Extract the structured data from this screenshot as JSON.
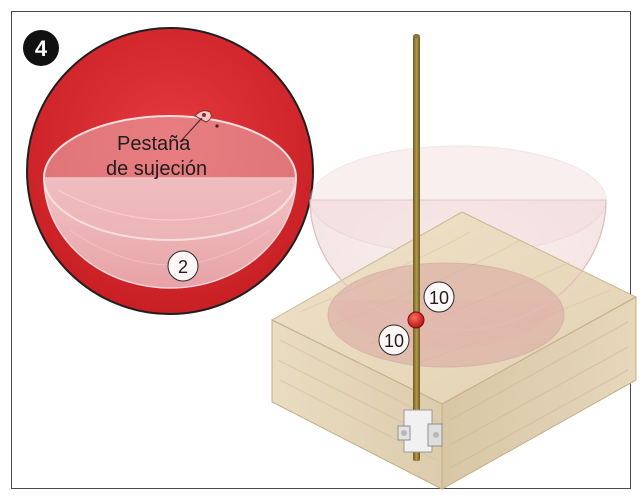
{
  "step": {
    "number": "4"
  },
  "detail": {
    "callout_line1": "Pestaña",
    "callout_line2": "de sujeción",
    "part_number": "2"
  },
  "assembly": {
    "part_number_upper": "10",
    "part_number_lower": "10"
  },
  "colors": {
    "accent_red": "#d42b2f",
    "bowl_pink": "#e8a3a8",
    "wood": "#e7d8bd",
    "rod": "#8a7430"
  },
  "icons": {
    "detail_bowl": "hemisphere-bowl-icon",
    "rod": "brass-rod-icon",
    "clamp": "rod-clamp-icon"
  }
}
